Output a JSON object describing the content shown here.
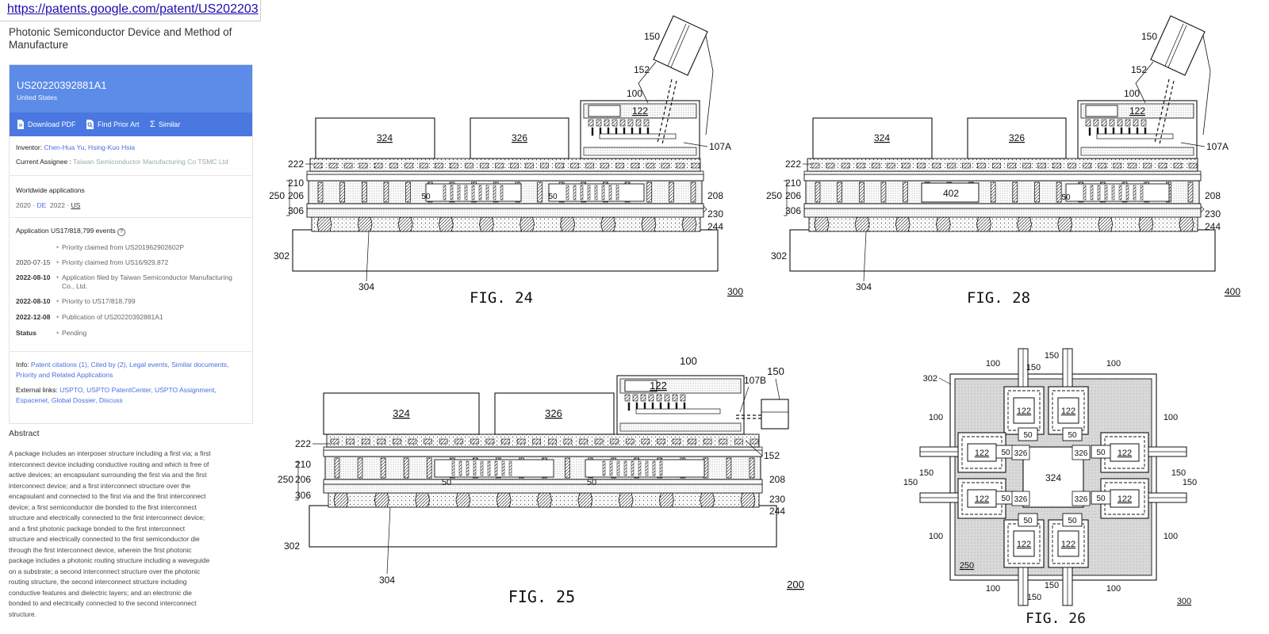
{
  "url": "https://patents.google.com/patent/US202203",
  "title": "Photonic Semiconductor Device and Method of Manufacture",
  "publication": {
    "number": "US20220392881A1",
    "country": "United States"
  },
  "actions": {
    "download": "Download PDF",
    "prior_art": "Find Prior Art",
    "similar": "Similar"
  },
  "inventor": {
    "label": "Inventor:",
    "value": "Chen-Hua Yu, Hsing-Kuo Hsia"
  },
  "assignee": {
    "label": "Current Assignee :",
    "value": "Taiwan Semiconductor Manufacturing Co TSMC Ltd"
  },
  "worldwide": {
    "label": "Worldwide applications",
    "y1": "2020",
    "c1": "DE",
    "y2": "2022",
    "c2": "US"
  },
  "events_title": "Application US17/818,799 events",
  "events": [
    {
      "date": "",
      "text": "Priority claimed from US201962902602P"
    },
    {
      "date": "2020-07-15",
      "text": "Priority claimed from US16/929,872"
    },
    {
      "date": "2022-08-10",
      "text": "Application filed by Taiwan Semiconductor Manufacturing Co., Ltd."
    },
    {
      "date": "2022-08-10",
      "text": "Priority to US17/818,799"
    },
    {
      "date": "2022-12-08",
      "text": "Publication of US20220392881A1"
    },
    {
      "date": "Status",
      "text": "Pending"
    }
  ],
  "info": {
    "label": "Info:",
    "value": "Patent citations (1), Cited by (2), Legal events, Similar documents, Priority and Related Applications"
  },
  "external": {
    "label": "External links:",
    "value": "USPTO, USPTO PatentCenter, USPTO Assignment, Espacenet, Global Dossier, Discuss"
  },
  "abstract_heading": "Abstract",
  "abstract": "A package includes an interposer structure including a first via; a first interconnect device including conductive routing and which is free of active devices; an encapsulant surrounding the first via and the first interconnect device; and a first interconnect structure over the encapsulant and connected to the first via and the first interconnect device; a first semiconductor die bonded to the first interconnect structure and electrically connected to the first interconnect device; and a first photonic package bonded to the first interconnect structure and electrically connected to the first semiconductor die through the first interconnect device, wherein the first photonic package includes a photonic routing structure including a waveguide on a substrate; a second interconnect structure over the photonic routing structure, the second interconnect structure including conductive features and dielectric layers; and an electronic die bonded to and electrically connected to the second interconnect structure.",
  "fig24": {
    "caption": "FIG. 24",
    "ref": "300",
    "labels": {
      "a150": "150",
      "a152": "152",
      "a100": "100",
      "a122": "122",
      "a107": "107A",
      "a324": "324",
      "a326": "326",
      "a222": "222",
      "a210": "210",
      "a250": "250",
      "a206": "206",
      "a306": "306",
      "a208": "208",
      "a230": "230",
      "a244": "244",
      "a302": "302",
      "a304": "304",
      "a50a": "50",
      "a50b": "50"
    }
  },
  "fig28": {
    "caption": "FIG. 28",
    "ref": "400",
    "labels": {
      "a150": "150",
      "a152": "152",
      "a100": "100",
      "a122": "122",
      "a107": "107A",
      "a324": "324",
      "a326": "326",
      "a222": "222",
      "a210": "210",
      "a250": "250",
      "a206": "206",
      "a306": "306",
      "a208": "208",
      "a230": "230",
      "a244": "244",
      "a302": "302",
      "a304": "304",
      "a402": "402",
      "a50": "50"
    }
  },
  "fig25": {
    "caption": "FIG. 25",
    "ref": "200",
    "labels": {
      "a100": "100",
      "a150": "150",
      "a122": "122",
      "a107": "107B",
      "a152": "152",
      "a324": "324",
      "a326": "326",
      "a222": "222",
      "a210": "210",
      "a250": "250",
      "a206": "206",
      "a306": "306",
      "a208": "208",
      "a230": "230",
      "a244": "244",
      "a302": "302",
      "a304": "304",
      "a50a": "50",
      "a50b": "50"
    }
  },
  "fig26": {
    "caption": "FIG. 26",
    "ref": "300",
    "labels": {
      "l150": "150",
      "l100": "100",
      "l302": "302",
      "l122": "122",
      "l50": "50",
      "l326": "326",
      "l324": "324",
      "l250": "250"
    }
  }
}
